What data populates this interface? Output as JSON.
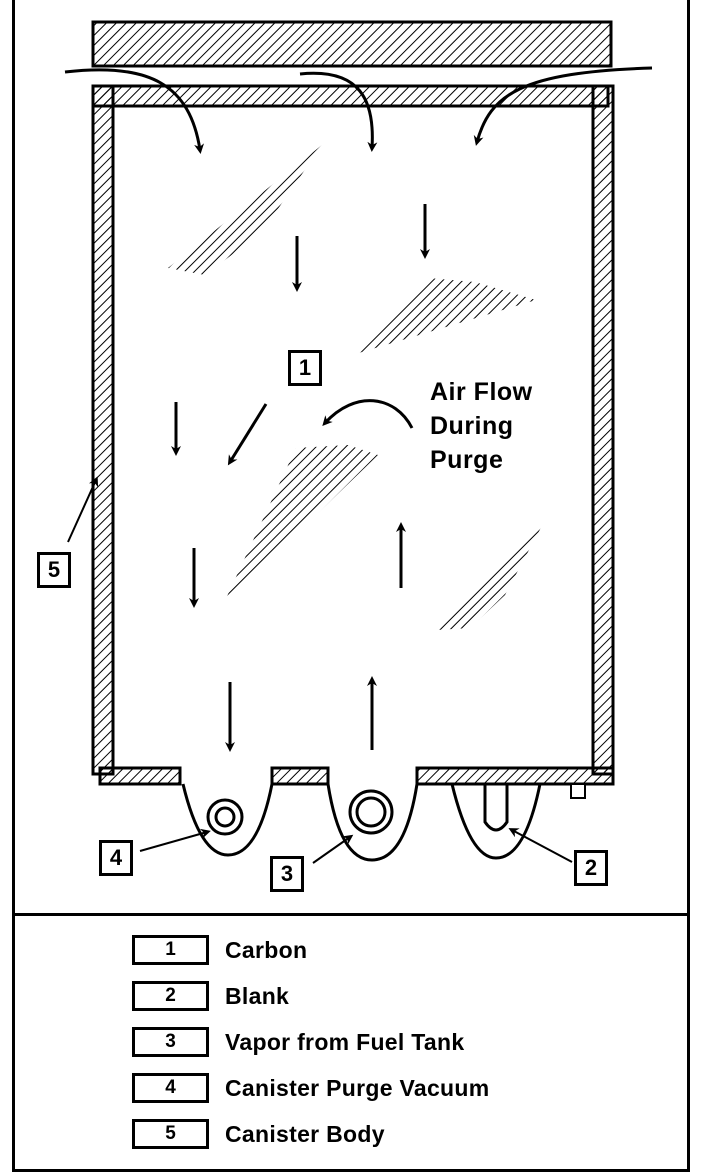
{
  "callouts": {
    "c1": "1",
    "c2": "2",
    "c3": "3",
    "c4": "4",
    "c5": "5"
  },
  "airflow_label": {
    "line1": "Air Flow",
    "line2": "During",
    "line3": "Purge"
  },
  "legend": [
    {
      "num": "1",
      "text": "Carbon"
    },
    {
      "num": "2",
      "text": "Blank"
    },
    {
      "num": "3",
      "text": "Vapor from Fuel Tank"
    },
    {
      "num": "4",
      "text": "Canister Purge Vacuum"
    },
    {
      "num": "5",
      "text": "Canister Body"
    }
  ]
}
